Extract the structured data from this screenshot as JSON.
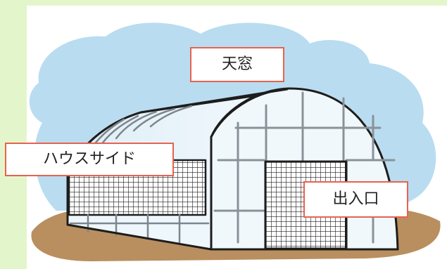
{
  "labels": {
    "roof_vent": "天窓",
    "house_side": "ハウスサイド",
    "entrance": "出入口"
  },
  "colors": {
    "background": "#e3f6cb",
    "sky": "#b9dcf0",
    "ground": "#b98f5f",
    "greenhouse_body": "#eef7fc",
    "greenhouse_frame": "#222222",
    "grid": "#8a9299",
    "label_border": "#e8624f"
  },
  "icons": [
    "cloud-sky-shape",
    "ground-shape",
    "greenhouse-illustration"
  ]
}
